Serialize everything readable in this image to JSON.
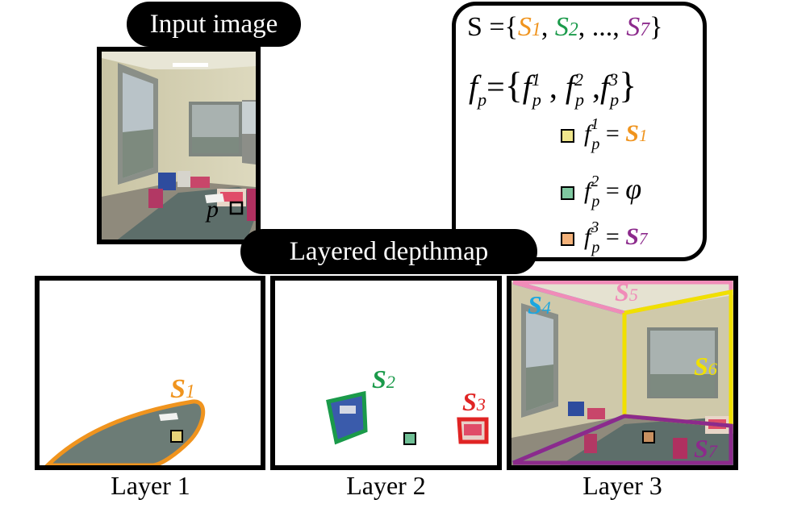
{
  "input_label": "Input image",
  "layered_label": "Layered depthmap",
  "pixel_label": "p",
  "formula": {
    "set_lhs": "S =",
    "set_open": "{",
    "set_items": [
      "S1",
      "S2",
      "...,",
      "S7"
    ],
    "set_close": "}",
    "fp_lhs": "f",
    "fp_sub": "p",
    "fp_eq": "=",
    "fp_items": [
      "1",
      "2",
      "3"
    ],
    "rows": [
      {
        "sup": "1",
        "value": "S1",
        "color": "#f0e68c"
      },
      {
        "sup": "2",
        "value": "φ",
        "color": "#7fc8a0"
      },
      {
        "sup": "3",
        "value": "S7",
        "color": "#f4b27a"
      }
    ]
  },
  "layers": [
    {
      "caption": "Layer 1",
      "segments": [
        "S1"
      ]
    },
    {
      "caption": "Layer 2",
      "segments": [
        "S2",
        "S3"
      ]
    },
    {
      "caption": "Layer 3",
      "segments": [
        "S4",
        "S5",
        "S6",
        "S7"
      ]
    }
  ],
  "colors": {
    "s1": "#f0941e",
    "s2": "#1a9a4a",
    "s3": "#e02424",
    "s4": "#1aa6e0",
    "s5": "#f08cb8",
    "s6": "#f0e000",
    "s7": "#8c2a8c",
    "marker_layer1": "#e6d27a",
    "marker_layer2": "#6fbf95",
    "marker_layer3": "#c89060"
  }
}
